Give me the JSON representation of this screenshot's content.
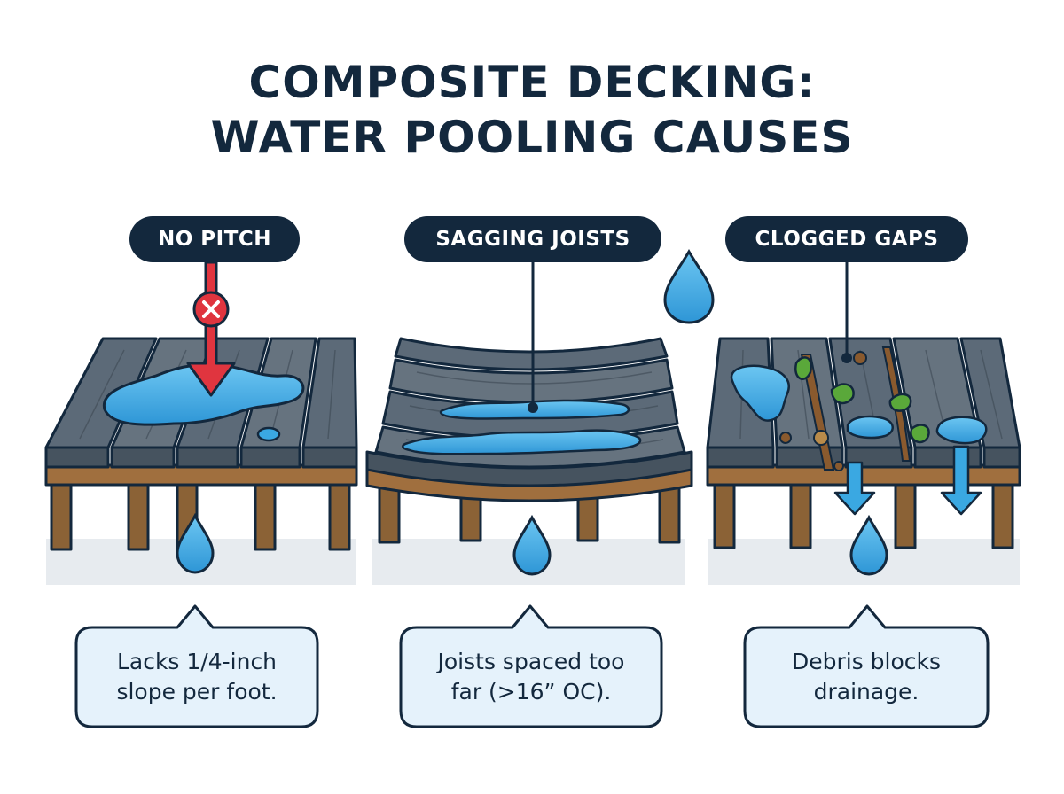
{
  "title": {
    "line1": "COMPOSITE DECKING:",
    "line2": "WATER POOLING CAUSES"
  },
  "panels": [
    {
      "label": "NO PITCH",
      "description": "Lacks 1/4-inch\nslope per foot.",
      "icons": [
        "down-arrow-icon",
        "x-mark-icon",
        "water-puddle",
        "water-drop-icon"
      ]
    },
    {
      "label": "SAGGING JOISTS",
      "description": "Joists spaced too\nfar (>16” OC).",
      "icons": [
        "curved-deck-boards",
        "water-puddle",
        "water-drop-icon"
      ]
    },
    {
      "label": "CLOGGED GAPS",
      "description": "Debris blocks\ndrainage.",
      "icons": [
        "leaf-icon",
        "debris",
        "water-puddle",
        "down-arrow-icon",
        "water-drop-icon"
      ]
    }
  ],
  "colors": {
    "navy": "#13283d",
    "deck_top": "#5c6a78",
    "deck_front": "#46535f",
    "joist": "#8b6236",
    "water": "#3aa8e2",
    "caption_bg": "#e5f2fb",
    "caption_border": "#13283d",
    "warning_red": "#e0353f",
    "leaf": "#5aa83a"
  }
}
